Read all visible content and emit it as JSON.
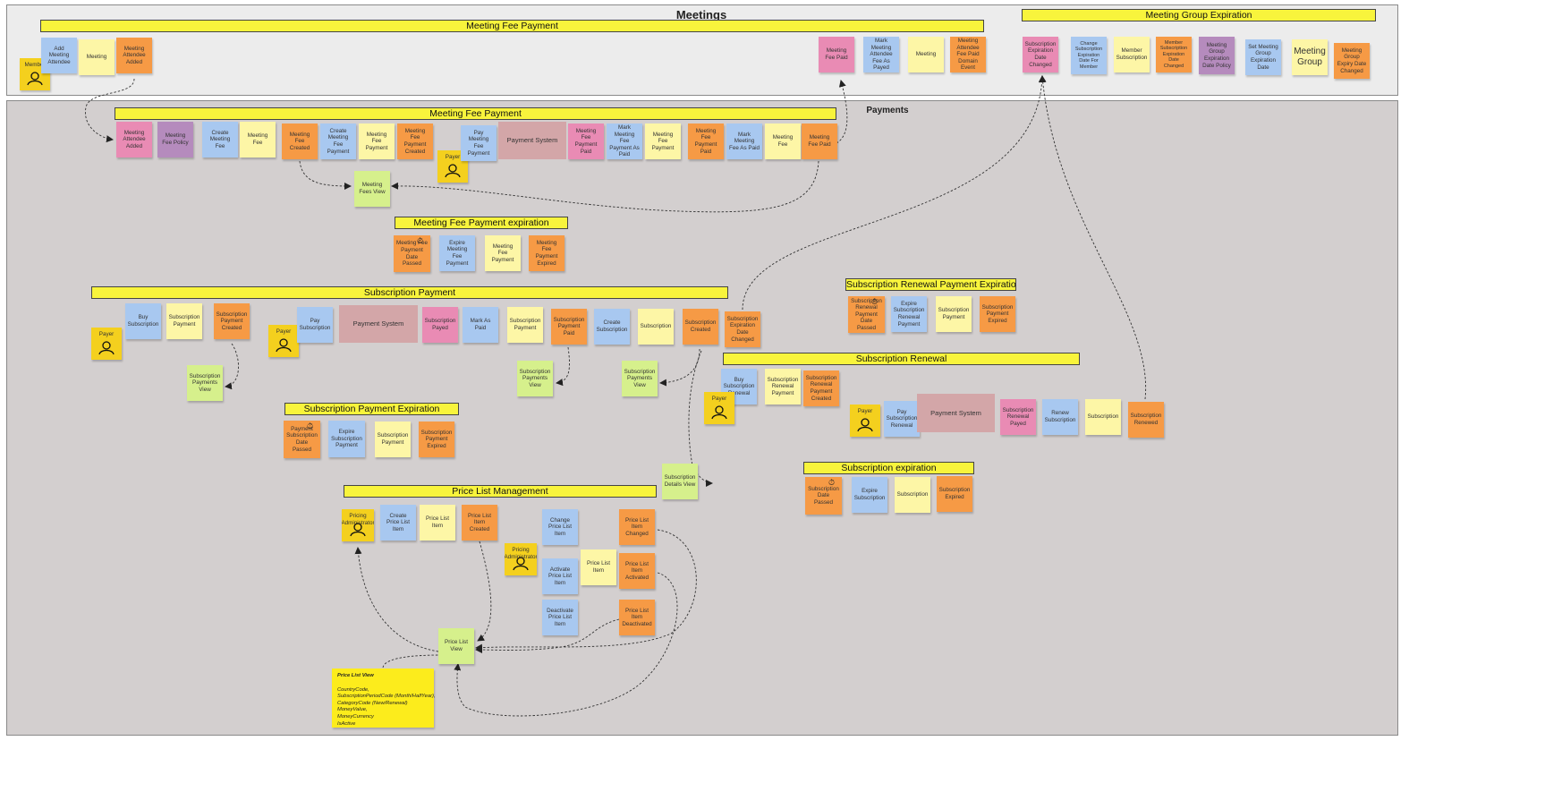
{
  "regions": {
    "meetings": "Meetings",
    "payments": "Payments"
  },
  "bands": {
    "meeting_fee_payment_top": "Meeting Fee Payment",
    "meeting_group_expiration": "Meeting Group Expiration",
    "meeting_fee_payment": "Meeting Fee Payment",
    "meeting_fee_payment_expiration": "Meeting Fee Payment expiration",
    "subscription_payment": "Subscription Payment",
    "subscription_renewal_payment_expiration": "Subscription Renewal Payment Expiration",
    "subscription_renewal": "Subscription Renewal",
    "subscription_payment_expiration": "Subscription Payment Expiration",
    "subscription_expiration": "Subscription expiration",
    "price_list_management": "Price List Management"
  },
  "notes": {
    "member_actor": "Member",
    "add_meeting_attendee": "Add Meeting Attendee",
    "meeting_1": "Meeting",
    "meeting_attendee_added_1": "Meeting Attendee Added",
    "meeting_fee_paid_1": "Meeting Fee Paid",
    "mark_attendee_fee_payed": "Mark Meeting Attendee Fee As Payed",
    "meeting_2": "Meeting",
    "attendee_fee_paid_domain_event": "Meeting Attendee Fee Paid Domain Event",
    "subscription_expiration_date_changed_1": "Subscription Expiration Date Changed",
    "change_subscription_expiration_date": "Change Subscription Expiration Date For Member",
    "member_subscription": "Member Subscription",
    "member_subscription_expiration_date_changed": "Member Subscription Expiration Date Changed",
    "meeting_group_expiration_date_policy": "Meeting Group Expiration Date Policy",
    "set_meeting_group_expiration_date": "Set Meeting Group Expiration Date",
    "meeting_group": "Meeting Group",
    "meeting_group_expiry_date_changed": "Meeting Group Expiry Date Changed",
    "meeting_attendee_added_2": "Meeting Attendee Added",
    "meeting_fee_policy": "Meeting Fee Policy",
    "create_meeting_fee": "Create Meeting Fee",
    "meeting_fee_1": "Meeting Fee",
    "meeting_fee_created": "Meeting Fee Created",
    "create_meeting_fee_payment": "Create Meeting Fee Payment",
    "meeting_fee_payment_1": "Meeting Fee Payment",
    "meeting_fee_payment_created": "Meeting Fee Payment Created",
    "payer_actor_1": "Payer",
    "pay_meeting_fee_payment": "Pay Meeting Fee Payment",
    "payment_system_1": "Payment System",
    "meeting_fee_payment_paid_ext": "Meeting Fee Payment Paid",
    "mark_meeting_fee_payment_paid": "Mark Meeting Fee Payment As Paid",
    "meeting_fee_payment_2": "Meeting Fee Payment",
    "meeting_fee_payment_paid": "Meeting Fee Payment Paid",
    "mark_meeting_fee_paid": "Mark Meeting Fee As Paid",
    "meeting_fee_2": "Meeting Fee",
    "meeting_fee_paid_2": "Meeting Fee Paid",
    "meeting_fees_view": "Meeting Fees View",
    "meeting_fee_payment_date_passed": "Meeting Fee Payment Date Passed",
    "expire_meeting_fee_payment": "Expire Meeting Fee Payment",
    "meeting_fee_payment_3": "Meeting Fee Payment",
    "meeting_fee_payment_expired": "Meeting Fee Payment Expired",
    "payer_actor_2": "Payer",
    "buy_subscription": "Buy Subscription",
    "subscription_payment_1": "Subscription Payment",
    "subscription_payment_created": "Subscription Payment Created",
    "subscription_payments_view_1": "Subscription Payments View",
    "payer_actor_3": "Payer",
    "pay_subscription": "Pay Subscription",
    "payment_system_2": "Payment System",
    "subscription_payed_ext": "Subscription Payed",
    "mark_as_paid": "Mark As Paid",
    "subscription_payment_2": "Subscription Payment",
    "subscription_payment_paid": "Subscription Payment Paid",
    "create_subscription": "Create Subscription",
    "subscription_1": "Subscription",
    "subscription_created": "Subscription Created",
    "subscription_expiration_date_changed_2": "Subscription Expiration Date Changed",
    "subscription_payments_view_2": "Subscription Payments View",
    "subscription_payments_view_3": "Subscription Payments View",
    "subscription_renewal_payment_date_passed": "Subscription Renewal Payment Date Passed",
    "expire_subscription_renewal_payment": "Expire Subscription Renewal Payment",
    "subscription_payment_3": "Subscription Payment",
    "subscription_payment_expired_1": "Subscription Payment Expired",
    "buy_subscription_renewal": "Buy Subscription Renewal",
    "subscription_renewal_payment": "Subscription Renewal Payment",
    "subscription_renewal_payment_created": "Subscription Renewal Payment Created",
    "payer_actor_4": "Payer",
    "payer_actor_5": "Payer",
    "pay_subscription_renewal": "Pay Subscription Renewal",
    "payment_system_3": "Payment System",
    "subscription_renewal_payed": "Subscription Renewal Payed",
    "renew_subscription": "Renew Subscription",
    "subscription_2": "Subscription",
    "subscription_renewed": "Subscription Renewed",
    "payment_subscription_date_passed": "Payment Subscription Date Passed",
    "expire_subscription_payment": "Expire Subscription Payment",
    "subscription_payment_4": "Subscription Payment",
    "subscription_payment_expired_2": "Subscription Payment Expired",
    "subscription_details_view": "Subscription Details View",
    "subscription_date_passed": "Subscription Date Passed",
    "expire_subscription": "Expire Subscription",
    "subscription_3": "Subscription",
    "subscription_expired": "Subscription Expired",
    "pricing_administrator_1": "Pricing Administrator",
    "create_price_list_item": "Create Price List Item",
    "price_list_item_1": "Price List Item",
    "price_list_item_created": "Price List Item Created",
    "change_price_list_item": "Change Price List Item",
    "price_list_item_changed": "Price List Item Changed",
    "pricing_administrator_2": "Pricing Administrator",
    "activate_price_list_item": "Activate Price List Item",
    "price_list_item_2": "Price List Item",
    "price_list_item_activated": "Price List Item Activated",
    "deactivate_price_list_item": "Deactivate Price List Item",
    "price_list_item_deactivated": "Price List Item Deactivated",
    "price_list_view": "Price List View"
  },
  "price_list_view_note": {
    "title": "Price List View",
    "lines": [
      "CountryCode,",
      "SubscriptionPeriodCode (Month/HalfYear),",
      "CategoryCode (New/Renewal)",
      "MoneyValue,",
      "MoneyCurrency",
      "IsActive"
    ]
  },
  "legend_colors": {
    "domain_event": "#f69a45",
    "command": "#a8c8f0",
    "aggregate": "#fdf6a6",
    "policy": "#b58bbd",
    "external_event": "#e98bb4",
    "read_model": "#d6f08c",
    "actor": "#f4d01e",
    "external_system": "#d3a6a8",
    "band": "#f8f43c"
  }
}
